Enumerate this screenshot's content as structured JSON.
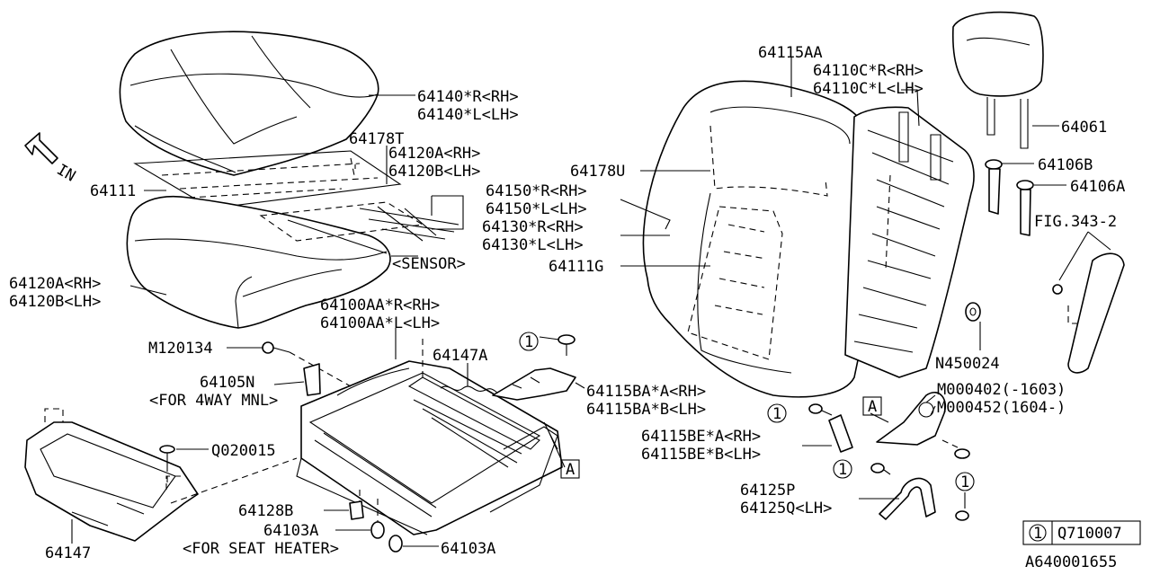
{
  "labels": {
    "p64140R": "64140*R<RH>",
    "p64140L": "64140*L<LH>",
    "p64178T": "64178T",
    "p64120A_top": "64120A<RH>",
    "p64120B_top": "64120B<LH>",
    "p64111": "64111",
    "sensor": "<SENSOR>",
    "p64120A_left": "64120A<RH>",
    "p64120B_left": "64120B<LH>",
    "p64100AAR": "64100AA*R<RH>",
    "p64100AAL": "64100AA*L<LH>",
    "m120134": "M120134",
    "p64105N": "64105N",
    "for4way": "<FOR 4WAY MNL>",
    "p64147A": "64147A",
    "p64115BAA": "64115BA*A<RH>",
    "p64115BAB": "64115BA*B<LH>",
    "q020015": "Q020015",
    "p64128B": "64128B",
    "p64103A_left": "64103A",
    "forheater": "<FOR SEAT HEATER>",
    "p64103A_right": "64103A",
    "p64147": "64147",
    "p64115AA": "64115AA",
    "p64110CR": "64110C*R<RH>",
    "p64110CL": "64110C*L<LH>",
    "p64061": "64061",
    "p64106B": "64106B",
    "p64106A": "64106A",
    "fig343": "FIG.343-2",
    "p64178U": "64178U",
    "p64150R": "64150*R<RH>",
    "p64150L": "64150*L<LH>",
    "p64130R": "64130*R<RH>",
    "p64130L": "64130*L<LH>",
    "p64111G": "64111G",
    "n450024": "N450024",
    "m000402": "M000402(-1603)",
    "m000452": "M000452(1604-)",
    "p64115BEA": "64115BE*A<RH>",
    "p64115BEB": "64115BE*B<LH>",
    "p64125P": "64125P",
    "p64125Q": "64125Q<LH>",
    "in": "IN",
    "refA": "A",
    "callout1": "1"
  },
  "legend": {
    "number": "1",
    "part": "Q710007"
  },
  "diagram_id": "A640001655"
}
